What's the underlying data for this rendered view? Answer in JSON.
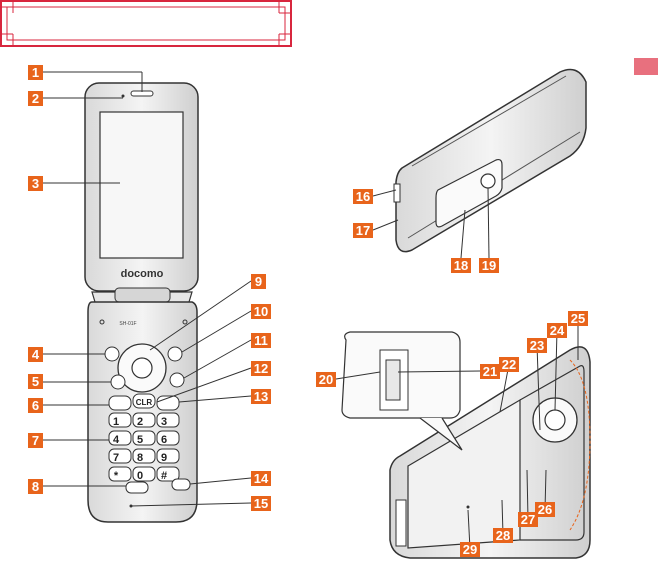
{
  "brand": "docomo",
  "model_label": "SH-01F",
  "keys": {
    "clr": "CLR",
    "digits": [
      "1",
      "2",
      "3",
      "4",
      "5",
      "6",
      "7",
      "8",
      "9",
      "*",
      "0",
      "#"
    ]
  },
  "callouts": [
    "1",
    "2",
    "3",
    "4",
    "5",
    "6",
    "7",
    "8",
    "9",
    "10",
    "11",
    "12",
    "13",
    "14",
    "15",
    "16",
    "17",
    "18",
    "19",
    "20",
    "21",
    "22",
    "23",
    "24",
    "25",
    "26",
    "27",
    "28",
    "29"
  ],
  "colors": {
    "callout_fill": "#e8641b",
    "header_frame": "#d8263e",
    "section_tab": "#e8707e"
  }
}
